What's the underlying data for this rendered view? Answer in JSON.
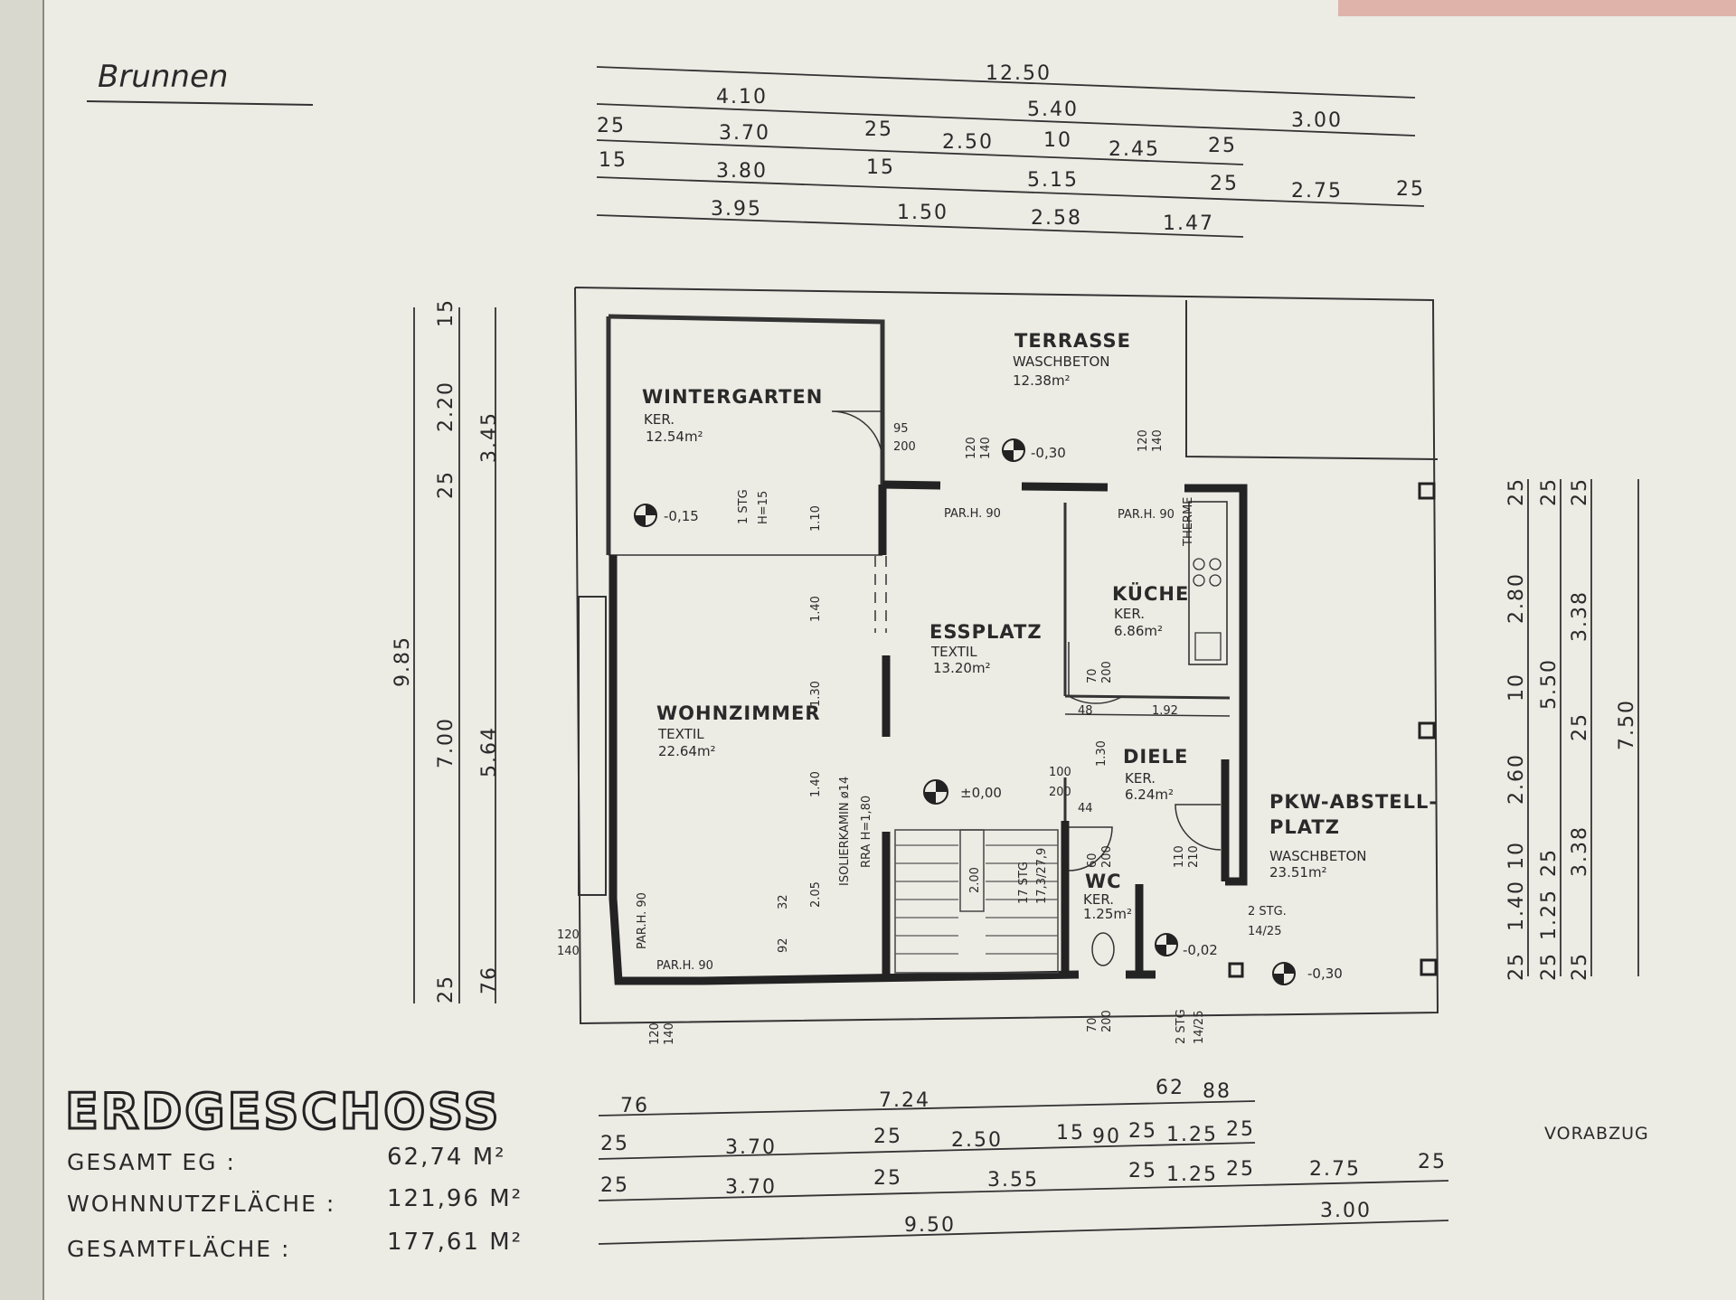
{
  "project_name": "Brunnen",
  "floor_title": "ERDGESCHOSS",
  "areas": [
    {
      "label": "GESAMT EG  :",
      "value": "62,74  M²"
    },
    {
      "label": "WOHNNUTZFLÄCHE  :",
      "value": "121,96  M²"
    },
    {
      "label": "GESAMTFLÄCHE  :",
      "value": "177,61  M²"
    }
  ],
  "stamp": "VORABZUG",
  "rooms": {
    "wintergarten": {
      "name": "WINTERGARTEN",
      "floor": "KER.",
      "area": "12.54m²"
    },
    "terrasse": {
      "name": "TERRASSE",
      "floor": "WASCHBETON",
      "area": "12.38m²"
    },
    "wohnzimmer": {
      "name": "WOHNZIMMER",
      "floor": "TEXTIL",
      "area": "22.64m²"
    },
    "essplatz": {
      "name": "ESSPLATZ",
      "floor": "TEXTIL",
      "area": "13.20m²"
    },
    "kueche": {
      "name": "KÜCHE",
      "floor": "KER.",
      "area": "6.86m²"
    },
    "diele": {
      "name": "DIELE",
      "floor": "KER.",
      "area": "6.24m²"
    },
    "wc": {
      "name": "WC",
      "floor": "KER.",
      "area": "1.25m²"
    },
    "pkw": {
      "name1": "PKW-ABSTELL-",
      "name2": "PLATZ",
      "floor": "WASCHBETON",
      "area": "23.51m²"
    }
  },
  "levels": {
    "wintergarten": "-0,15",
    "terrasse": "-0,30",
    "essplatz": "±0,00",
    "entry": "-0,02",
    "carport": "-0,30"
  },
  "annotations": {
    "par_h90": "PAR.H. 90",
    "therme": "THERME",
    "kamin": "ISOLIERKAMIN ø14",
    "rra": "RRA H=1,80",
    "stg1": "1 STG",
    "h15": "H=15",
    "stg17": "17 STG",
    "stg17b": "17,3/27,9",
    "stg2": "2 STG.",
    "stg2b": "14/25",
    "stg2c": "2 STG",
    "stg2d": "14/25",
    "door_95": "95",
    "door_200": "200",
    "door_120": "120",
    "door_140": "140",
    "door_70": "70",
    "door_100": "100",
    "door_60": "60",
    "door_110": "110",
    "door_210": "210",
    "d_44": "44",
    "d_48": "48",
    "d_192": "1.92",
    "d_130": "1.30",
    "d_110": "1.10",
    "d_140": "1.40",
    "d_130b": "1.30",
    "d_140b": "1.40",
    "d_205": "2.05",
    "d_32": "32",
    "d_92": "92",
    "d_200": "2.00"
  },
  "top_dims": {
    "row1": [
      "12.50"
    ],
    "row2": [
      "4.10",
      "5.40",
      "3.00"
    ],
    "row3": [
      "25",
      "3.70",
      "25",
      "2.50",
      "10",
      "2.45",
      "25"
    ],
    "row4": [
      "15",
      "3.80",
      "15",
      "5.15",
      "25",
      "2.75",
      "25"
    ],
    "row5": [
      "3.95",
      "1.50",
      "2.58",
      "1.47"
    ]
  },
  "bottom_dims": {
    "row1": [
      "76",
      "7.24",
      "62",
      "88"
    ],
    "row2": [
      "25",
      "3.70",
      "25",
      "2.50",
      "15",
      "90",
      "25",
      "1.25",
      "25"
    ],
    "row3": [
      "25",
      "3.70",
      "25",
      "3.55",
      "25",
      "1.25",
      "25",
      "2.75",
      "25"
    ],
    "row4": [
      "9.50",
      "3.00"
    ]
  },
  "left_dims": {
    "outer": [
      "9.85"
    ],
    "middle": [
      "25",
      "7.00",
      "25",
      "2.20",
      "15"
    ],
    "inner": [
      "76",
      "5.64",
      "3.45"
    ]
  },
  "right_dims": {
    "c1": [
      "25",
      "1.40",
      "10",
      "2.60",
      "10",
      "2.80",
      "25"
    ],
    "c2": [
      "25",
      "1.25",
      "25",
      "5.50",
      "25"
    ],
    "c3": [
      "25",
      "3.38",
      "25",
      "3.38",
      "25"
    ],
    "c4": [
      "7.50"
    ]
  }
}
